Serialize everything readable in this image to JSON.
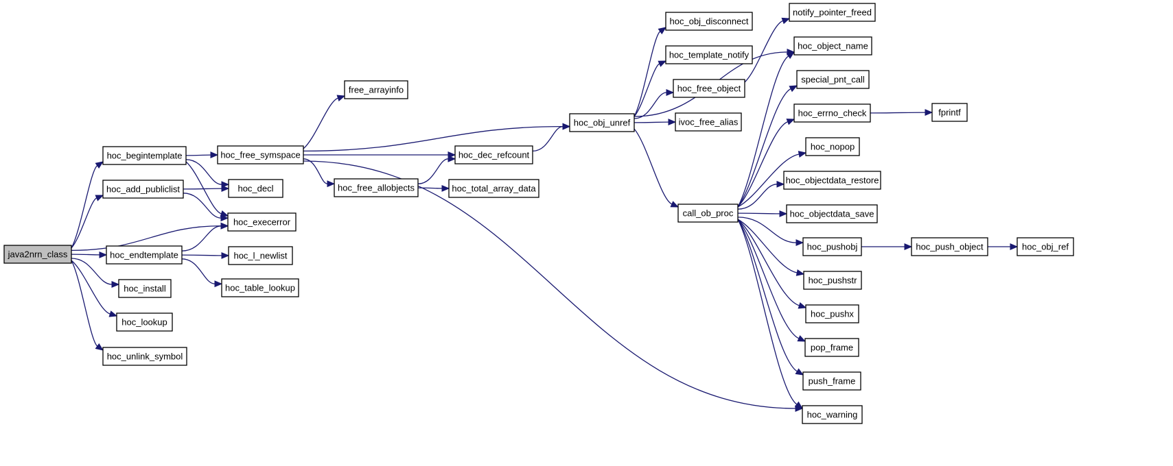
{
  "call_graph": {
    "root": "java2nrn_class",
    "nodes": [
      {
        "id": "java2nrn_class",
        "label": "java2nrn_class",
        "root": true
      },
      {
        "id": "hoc_begintemplate",
        "label": "hoc_begintemplate"
      },
      {
        "id": "hoc_add_publiclist",
        "label": "hoc_add_publiclist"
      },
      {
        "id": "hoc_endtemplate",
        "label": "hoc_endtemplate"
      },
      {
        "id": "hoc_install",
        "label": "hoc_install"
      },
      {
        "id": "hoc_lookup",
        "label": "hoc_lookup"
      },
      {
        "id": "hoc_unlink_symbol",
        "label": "hoc_unlink_symbol"
      },
      {
        "id": "hoc_free_symspace",
        "label": "hoc_free_symspace"
      },
      {
        "id": "hoc_decl",
        "label": "hoc_decl"
      },
      {
        "id": "hoc_execerror",
        "label": "hoc_execerror"
      },
      {
        "id": "hoc_l_newlist",
        "label": "hoc_l_newlist"
      },
      {
        "id": "hoc_table_lookup",
        "label": "hoc_table_lookup"
      },
      {
        "id": "free_arrayinfo",
        "label": "free_arrayinfo"
      },
      {
        "id": "hoc_free_allobjects",
        "label": "hoc_free_allobjects"
      },
      {
        "id": "hoc_dec_refcount",
        "label": "hoc_dec_refcount"
      },
      {
        "id": "hoc_total_array_data",
        "label": "hoc_total_array_data"
      },
      {
        "id": "hoc_obj_unref",
        "label": "hoc_obj_unref"
      },
      {
        "id": "hoc_obj_disconnect",
        "label": "hoc_obj_disconnect"
      },
      {
        "id": "hoc_template_notify",
        "label": "hoc_template_notify"
      },
      {
        "id": "hoc_free_object",
        "label": "hoc_free_object"
      },
      {
        "id": "ivoc_free_alias",
        "label": "ivoc_free_alias"
      },
      {
        "id": "call_ob_proc",
        "label": "call_ob_proc"
      },
      {
        "id": "notify_pointer_freed",
        "label": "notify_pointer_freed"
      },
      {
        "id": "hoc_object_name",
        "label": "hoc_object_name"
      },
      {
        "id": "special_pnt_call",
        "label": "special_pnt_call"
      },
      {
        "id": "hoc_errno_check",
        "label": "hoc_errno_check"
      },
      {
        "id": "hoc_nopop",
        "label": "hoc_nopop"
      },
      {
        "id": "hoc_objectdata_restore",
        "label": "hoc_objectdata_restore"
      },
      {
        "id": "hoc_objectdata_save",
        "label": "hoc_objectdata_save"
      },
      {
        "id": "hoc_pushobj",
        "label": "hoc_pushobj"
      },
      {
        "id": "hoc_pushstr",
        "label": "hoc_pushstr"
      },
      {
        "id": "hoc_pushx",
        "label": "hoc_pushx"
      },
      {
        "id": "pop_frame",
        "label": "pop_frame"
      },
      {
        "id": "push_frame",
        "label": "push_frame"
      },
      {
        "id": "hoc_warning",
        "label": "hoc_warning"
      },
      {
        "id": "fprintf",
        "label": "fprintf"
      },
      {
        "id": "hoc_push_object",
        "label": "hoc_push_object"
      },
      {
        "id": "hoc_obj_ref",
        "label": "hoc_obj_ref"
      }
    ],
    "edges": [
      {
        "from": "java2nrn_class",
        "to": "hoc_begintemplate"
      },
      {
        "from": "java2nrn_class",
        "to": "hoc_add_publiclist"
      },
      {
        "from": "java2nrn_class",
        "to": "hoc_execerror"
      },
      {
        "from": "java2nrn_class",
        "to": "hoc_endtemplate"
      },
      {
        "from": "java2nrn_class",
        "to": "hoc_install"
      },
      {
        "from": "java2nrn_class",
        "to": "hoc_lookup"
      },
      {
        "from": "java2nrn_class",
        "to": "hoc_unlink_symbol"
      },
      {
        "from": "hoc_begintemplate",
        "to": "hoc_free_symspace"
      },
      {
        "from": "hoc_begintemplate",
        "to": "hoc_decl"
      },
      {
        "from": "hoc_begintemplate",
        "to": "hoc_execerror"
      },
      {
        "from": "hoc_add_publiclist",
        "to": "hoc_decl"
      },
      {
        "from": "hoc_add_publiclist",
        "to": "hoc_execerror"
      },
      {
        "from": "hoc_endtemplate",
        "to": "hoc_execerror"
      },
      {
        "from": "hoc_endtemplate",
        "to": "hoc_l_newlist"
      },
      {
        "from": "hoc_endtemplate",
        "to": "hoc_table_lookup"
      },
      {
        "from": "hoc_free_symspace",
        "to": "free_arrayinfo"
      },
      {
        "from": "hoc_free_symspace",
        "to": "hoc_obj_unref"
      },
      {
        "from": "hoc_free_symspace",
        "to": "hoc_dec_refcount"
      },
      {
        "from": "hoc_free_symspace",
        "to": "hoc_free_allobjects"
      },
      {
        "from": "hoc_free_symspace",
        "to": "hoc_warning"
      },
      {
        "from": "hoc_free_allobjects",
        "to": "hoc_dec_refcount"
      },
      {
        "from": "hoc_free_allobjects",
        "to": "hoc_total_array_data"
      },
      {
        "from": "hoc_dec_refcount",
        "to": "hoc_obj_unref"
      },
      {
        "from": "hoc_obj_unref",
        "to": "hoc_obj_disconnect"
      },
      {
        "from": "hoc_obj_unref",
        "to": "hoc_template_notify"
      },
      {
        "from": "hoc_obj_unref",
        "to": "hoc_free_object"
      },
      {
        "from": "hoc_obj_unref",
        "to": "ivoc_free_alias"
      },
      {
        "from": "hoc_obj_unref",
        "to": "hoc_object_name"
      },
      {
        "from": "hoc_obj_unref",
        "to": "call_ob_proc"
      },
      {
        "from": "hoc_free_object",
        "to": "notify_pointer_freed"
      },
      {
        "from": "call_ob_proc",
        "to": "hoc_object_name"
      },
      {
        "from": "call_ob_proc",
        "to": "special_pnt_call"
      },
      {
        "from": "call_ob_proc",
        "to": "hoc_errno_check"
      },
      {
        "from": "call_ob_proc",
        "to": "hoc_nopop"
      },
      {
        "from": "call_ob_proc",
        "to": "hoc_objectdata_restore"
      },
      {
        "from": "call_ob_proc",
        "to": "hoc_objectdata_save"
      },
      {
        "from": "call_ob_proc",
        "to": "hoc_pushobj"
      },
      {
        "from": "call_ob_proc",
        "to": "hoc_pushstr"
      },
      {
        "from": "call_ob_proc",
        "to": "hoc_pushx"
      },
      {
        "from": "call_ob_proc",
        "to": "pop_frame"
      },
      {
        "from": "call_ob_proc",
        "to": "push_frame"
      },
      {
        "from": "call_ob_proc",
        "to": "hoc_warning"
      },
      {
        "from": "hoc_errno_check",
        "to": "fprintf"
      },
      {
        "from": "hoc_pushobj",
        "to": "hoc_push_object"
      },
      {
        "from": "hoc_push_object",
        "to": "hoc_obj_ref"
      }
    ]
  },
  "colors": {
    "edge": "#191970",
    "root_fill": "#bfbfbf",
    "node_fill": "#ffffff",
    "node_stroke": "#000000"
  }
}
